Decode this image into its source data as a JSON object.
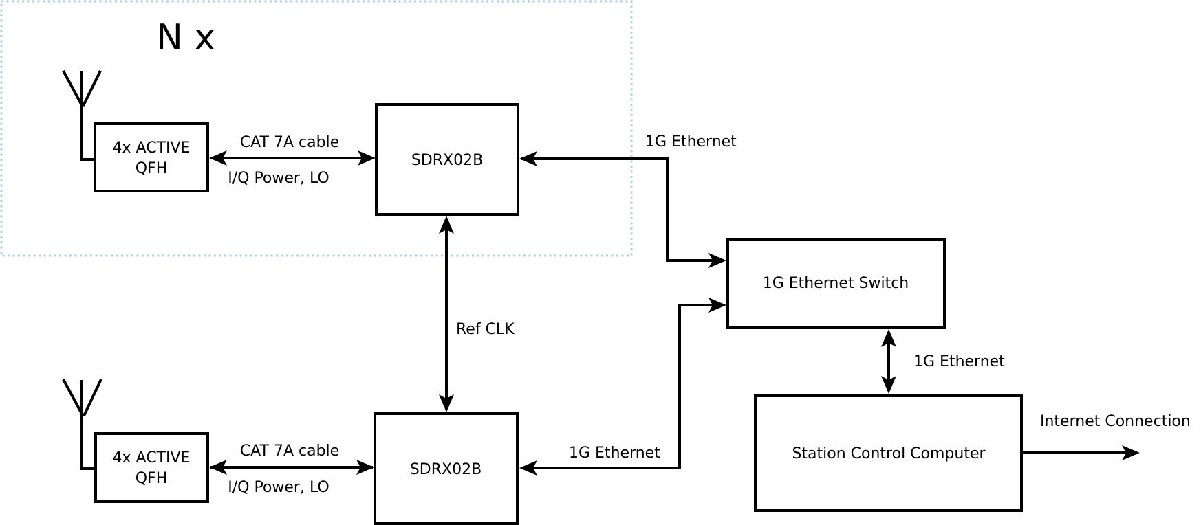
{
  "diagram": {
    "title_hint": "SDR ground station block diagram",
    "group": {
      "label": "N x",
      "accent_color": "#a9d2e4"
    },
    "stroke_color": "#000000",
    "background_color": "#ffffff",
    "nodes": {
      "qfh_top": {
        "line1": "4x ACTIVE",
        "line2": "QFH"
      },
      "sdrx_top": {
        "label": "SDRX02B"
      },
      "qfh_bottom": {
        "line1": "4x ACTIVE",
        "line2": "QFH"
      },
      "sdrx_bottom": {
        "label": "SDRX02B"
      },
      "ethernet_switch": {
        "label": "1G Ethernet Switch"
      },
      "station_computer": {
        "label": "Station Control Computer"
      }
    },
    "edges": {
      "cat7a_top": {
        "label_above": "CAT 7A cable",
        "label_below": "I/Q Power, LO"
      },
      "cat7a_bottom": {
        "label_above": "CAT 7A cable",
        "label_below": "I/Q Power, LO"
      },
      "ethernet_top": {
        "label": "1G Ethernet"
      },
      "ethernet_bottom": {
        "label": "1G Ethernet"
      },
      "ethernet_switch_pc": {
        "label": "1G Ethernet"
      },
      "ref_clk": {
        "label": "Ref CLK"
      },
      "internet": {
        "label": "Internet Connection"
      }
    },
    "icons": {
      "antenna_top": "antenna-icon",
      "antenna_bottom": "antenna-icon"
    }
  }
}
